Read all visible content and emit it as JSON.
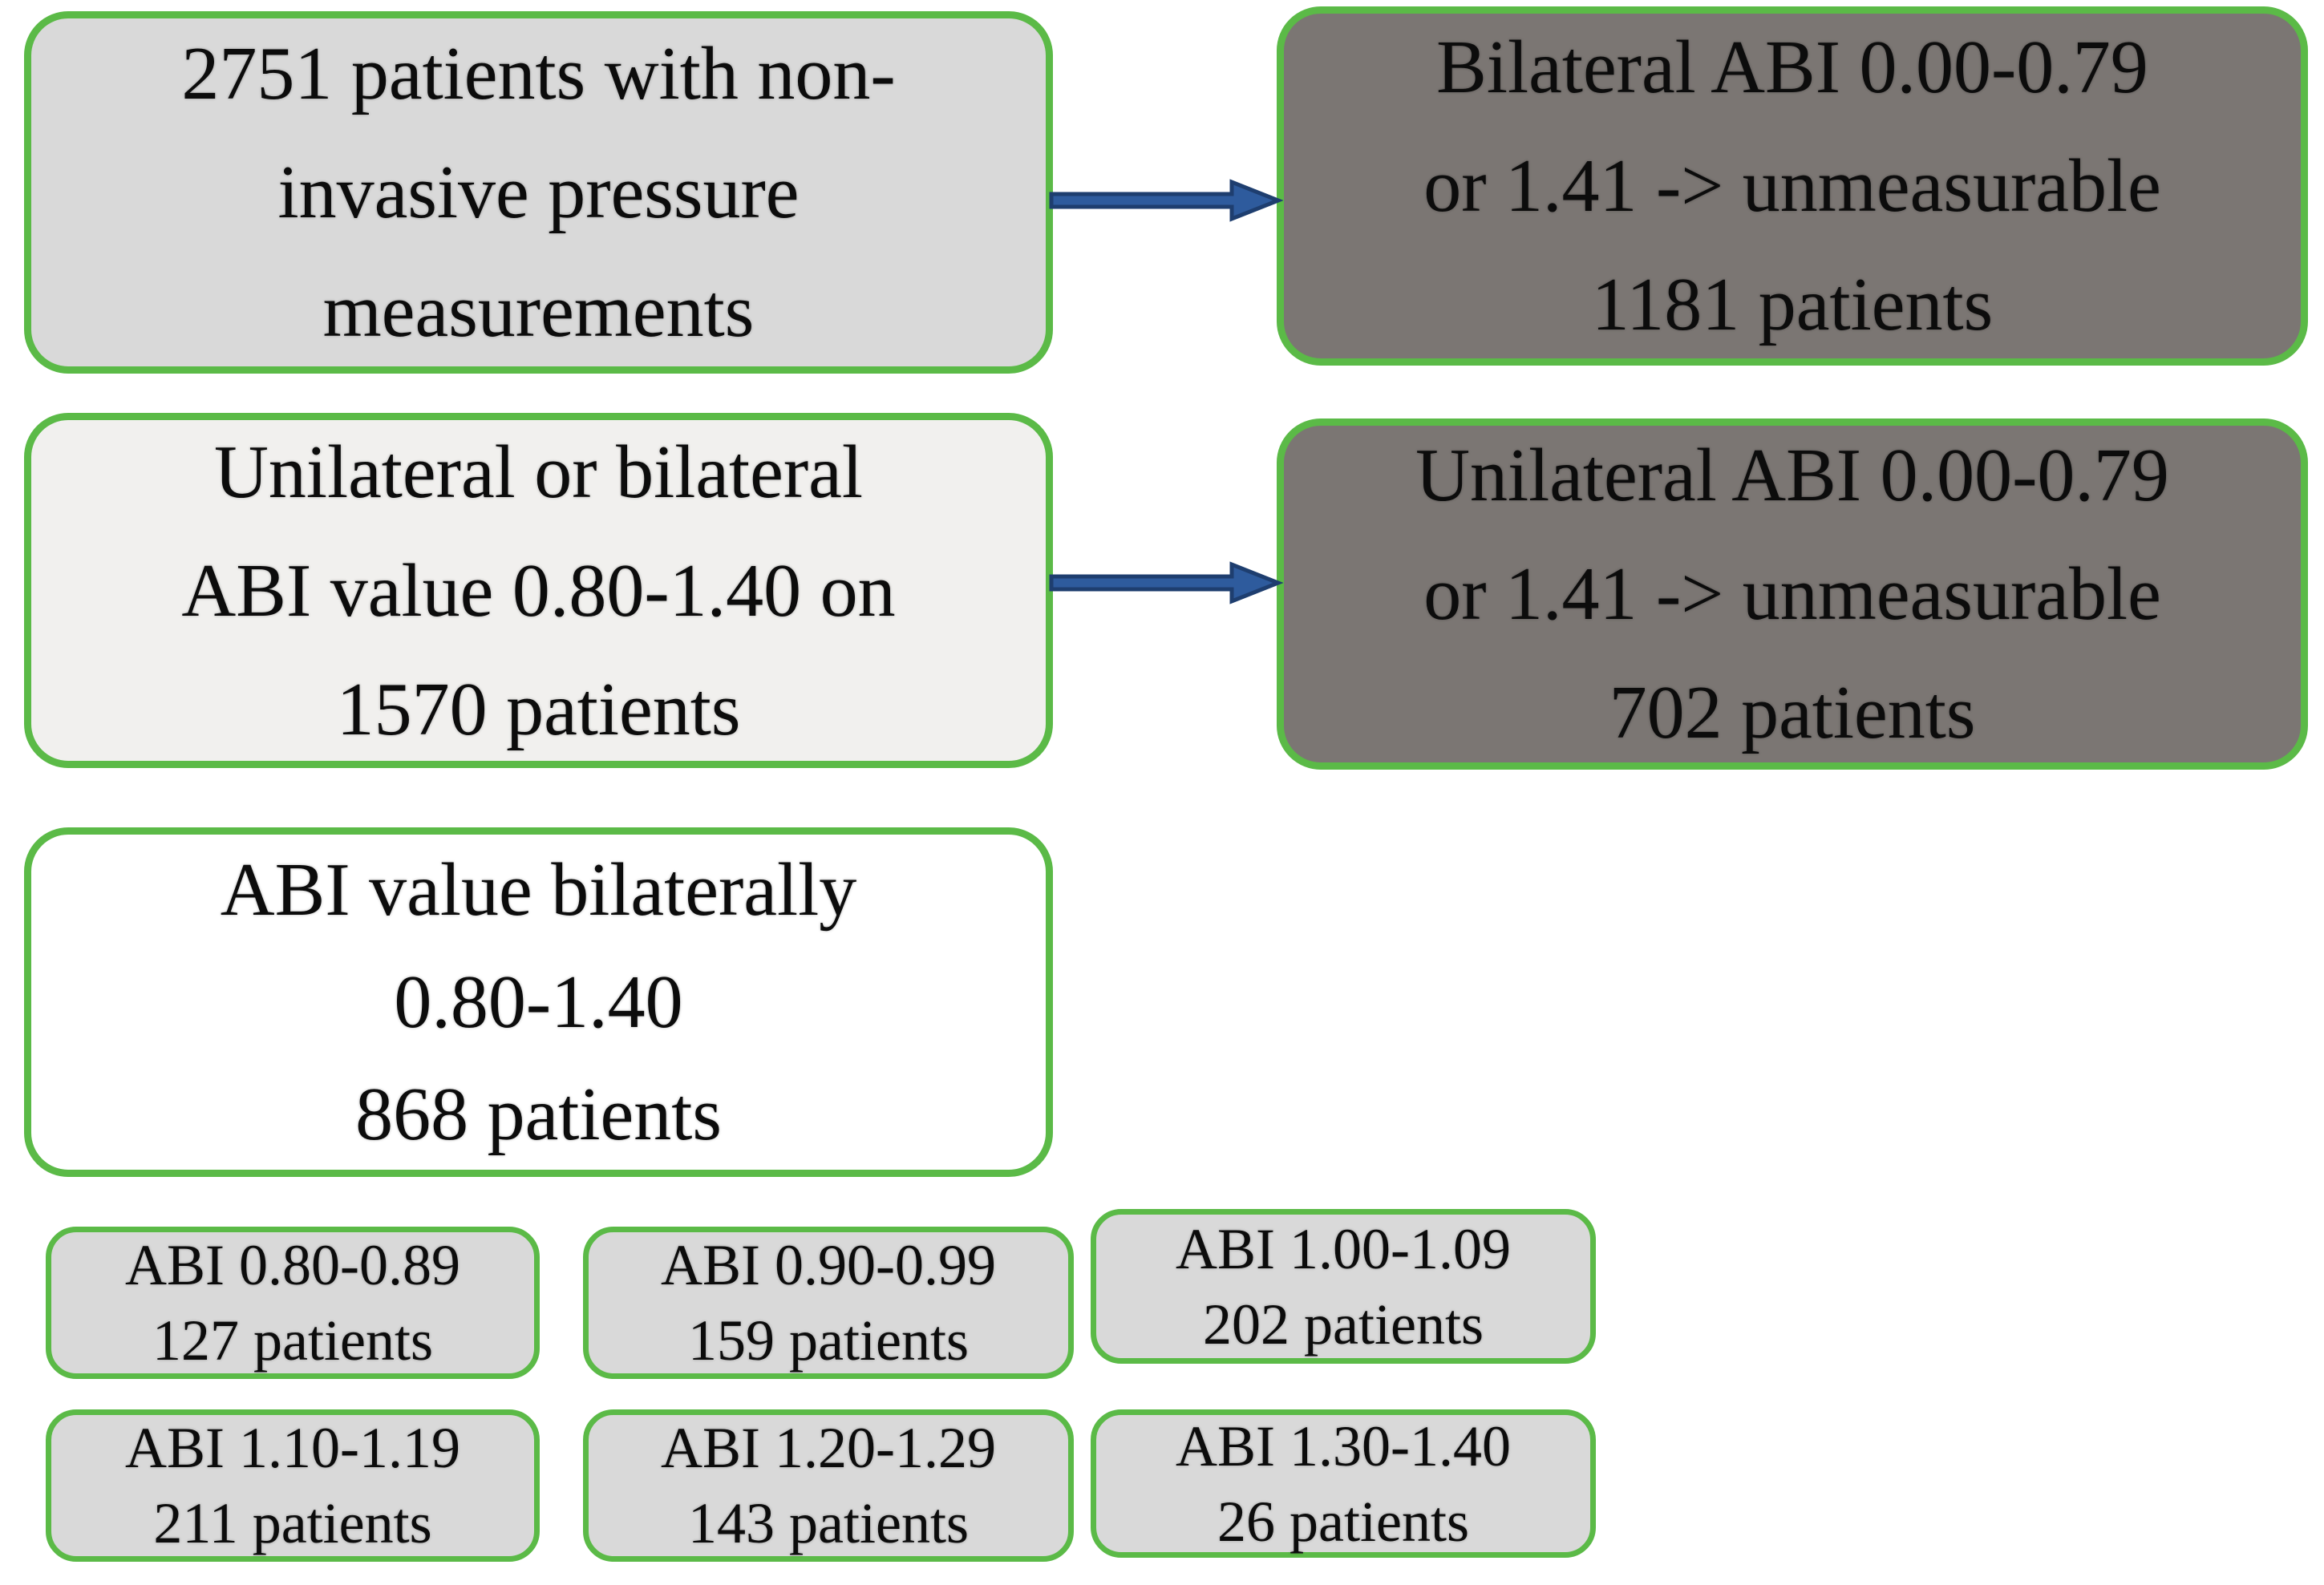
{
  "diagram": {
    "type": "patient-flowchart",
    "colors": {
      "border_green": "#5bba47",
      "box_light_gray": "#d9d9d9",
      "box_pale_gray": "#f1f0ee",
      "box_white": "#ffffff",
      "box_dark_gray": "#7b7673",
      "arrow_blue_fill": "#2e5b9d",
      "arrow_blue_outline": "#1e3e6f",
      "text": "#0c0c0c"
    },
    "boxes": {
      "total": {
        "lines": [
          "2751 patients with non-",
          "invasive pressure",
          "measurements"
        ],
        "text": "2751 patients with non-invasive pressure measurements"
      },
      "excluded_bilateral": {
        "lines": [
          "Bilateral ABI 0.00-0.79",
          "or 1.41 -> unmeasurable",
          "1181 patients"
        ],
        "text": "Bilateral ABI 0.00-0.79 or 1.41 -> unmeasurable 1181 patients"
      },
      "measurable": {
        "lines": [
          "Unilateral or bilateral",
          "ABI value 0.80-1.40 on",
          "1570 patients"
        ],
        "text": "Unilateral or bilateral ABI value 0.80-1.40 on 1570 patients"
      },
      "excluded_unilateral": {
        "lines": [
          "Unilateral ABI 0.00-0.79",
          "or 1.41 -> unmeasurable",
          "702 patients"
        ],
        "text": "Unilateral ABI 0.00-0.79 or 1.41 -> unmeasurable 702 patients"
      },
      "bilateral_range": {
        "lines": [
          "ABI value bilaterally",
          "0.80-1.40",
          "868 patients"
        ],
        "text": "ABI value bilaterally 0.80-1.40 868 patients"
      }
    },
    "subgroups": [
      {
        "range": "ABI 0.80-0.89",
        "count": "127 patients"
      },
      {
        "range": "ABI 0.90-0.99",
        "count": "159 patients"
      },
      {
        "range": "ABI 1.00-1.09",
        "count": "202 patients"
      },
      {
        "range": "ABI 1.10-1.19",
        "count": "211 patients"
      },
      {
        "range": "ABI 1.20-1.29",
        "count": "143 patients"
      },
      {
        "range": "ABI 1.30-1.40",
        "count": "26 patients"
      }
    ],
    "arrows": [
      {
        "from": "total",
        "to": "excluded_bilateral",
        "direction": "right"
      },
      {
        "from": "measurable",
        "to": "excluded_unilateral",
        "direction": "right"
      }
    ]
  }
}
